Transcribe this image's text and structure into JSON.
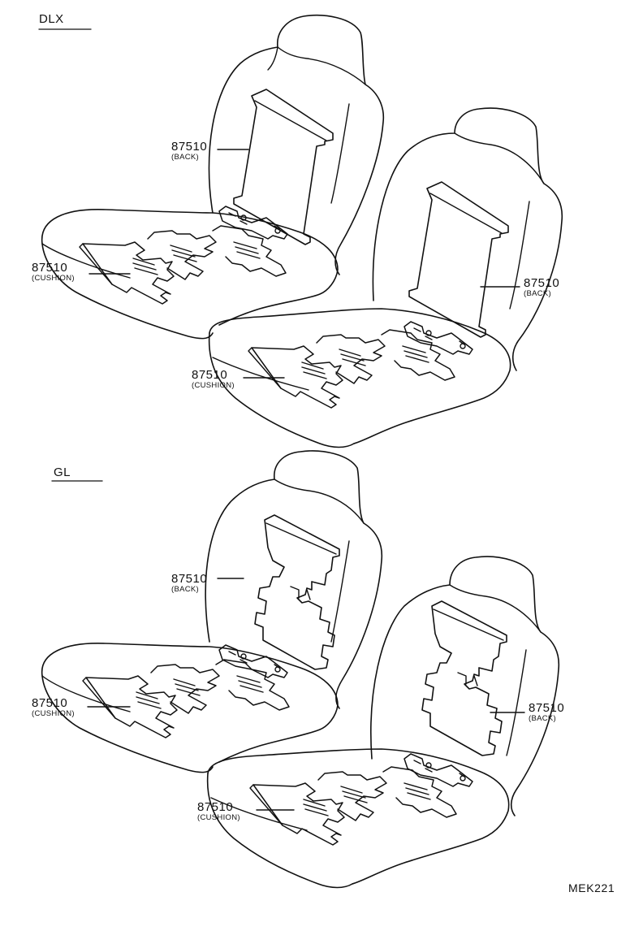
{
  "sections": {
    "dlx": "DLX",
    "gl": "GL"
  },
  "callouts": {
    "dlx_back_left": {
      "number": "87510",
      "sub": "(BACK)"
    },
    "dlx_cushion_left": {
      "number": "87510",
      "sub": "(CUSHION)"
    },
    "dlx_back_right": {
      "number": "87510",
      "sub": "(BACK)"
    },
    "dlx_cushion_right": {
      "number": "87510",
      "sub": "(CUSHION)"
    },
    "gl_back_left": {
      "number": "87510",
      "sub": "(BACK)"
    },
    "gl_cushion_left": {
      "number": "87510",
      "sub": "(CUSHION)"
    },
    "gl_back_right": {
      "number": "87510",
      "sub": "(BACK)"
    },
    "gl_cushion_right": {
      "number": "87510",
      "sub": "(CUSHION)"
    }
  },
  "figure_code": "MEK221",
  "colors": {
    "line": "#111111",
    "background": "#ffffff"
  }
}
